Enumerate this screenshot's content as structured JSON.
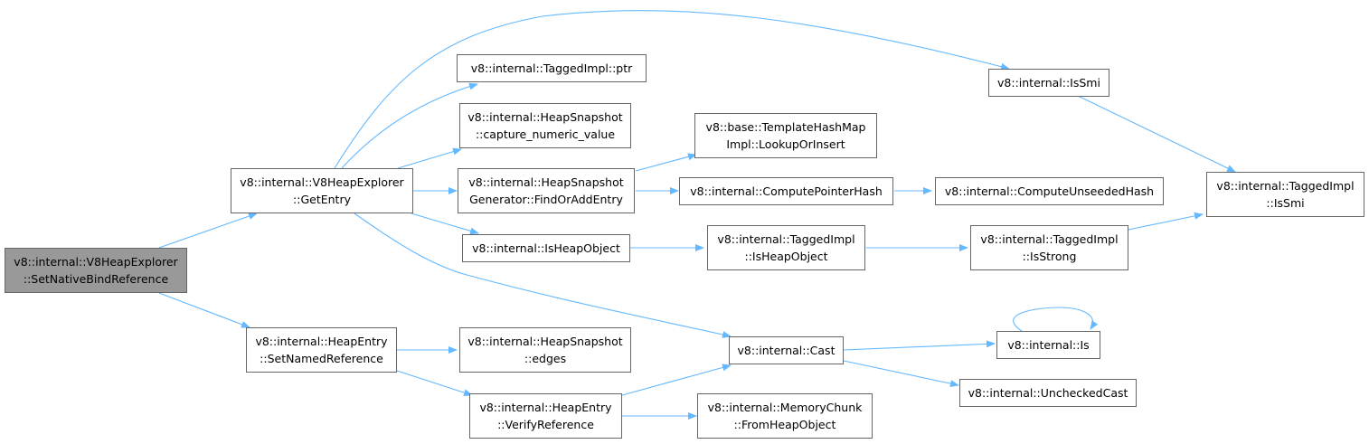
{
  "graph": {
    "colors": {
      "edge": "#63b8ff",
      "node_border": "#666666",
      "root_fill": "#999999",
      "node_fill": "#ffffff"
    },
    "nodes": {
      "root": {
        "line1": "v8::internal::V8HeapExplorer",
        "line2": "::SetNativeBindReference"
      },
      "getentry": {
        "line1": "v8::internal::V8HeapExplorer",
        "line2": "::GetEntry"
      },
      "setnamedref": {
        "line1": "v8::internal::HeapEntry",
        "line2": "::SetNamedReference"
      },
      "tagged_ptr": {
        "line1": "v8::internal::TaggedImpl::ptr"
      },
      "capture_numeric": {
        "line1": "v8::internal::HeapSnapshot",
        "line2": "::capture_numeric_value"
      },
      "findoradd": {
        "line1": "v8::internal::HeapSnapshot",
        "line2": "Generator::FindOrAddEntry"
      },
      "isheapobject": {
        "line1": "v8::internal::IsHeapObject"
      },
      "snapshot_edges": {
        "line1": "v8::internal::HeapSnapshot",
        "line2": "::edges"
      },
      "verifyref": {
        "line1": "v8::internal::HeapEntry",
        "line2": "::VerifyReference"
      },
      "lookuporinsert": {
        "line1": "v8::base::TemplateHashMap",
        "line2": "Impl::LookupOrInsert"
      },
      "computeptrhash": {
        "line1": "v8::internal::ComputePointerHash"
      },
      "tagged_isheapobject": {
        "line1": "v8::internal::TaggedImpl",
        "line2": "::IsHeapObject"
      },
      "cast": {
        "line1": "v8::internal::Cast"
      },
      "memorychunk": {
        "line1": "v8::internal::MemoryChunk",
        "line2": "::FromHeapObject"
      },
      "issmi": {
        "line1": "v8::internal::IsSmi"
      },
      "unseededhash": {
        "line1": "v8::internal::ComputeUnseededHash"
      },
      "isstrong": {
        "line1": "v8::internal::TaggedImpl",
        "line2": "::IsStrong"
      },
      "is": {
        "line1": "v8::internal::Is"
      },
      "uncheckedcast": {
        "line1": "v8::internal::UncheckedCast"
      },
      "tagged_issmi": {
        "line1": "v8::internal::TaggedImpl",
        "line2": "::IsSmi"
      }
    }
  }
}
